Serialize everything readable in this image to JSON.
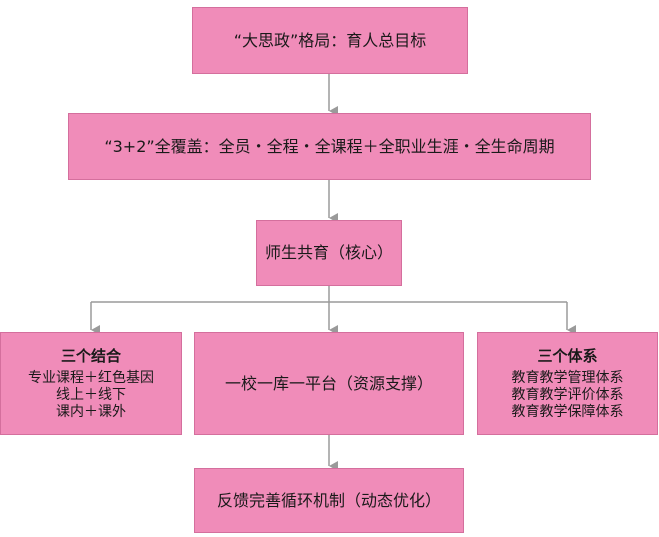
{
  "boxes": {
    "goal": "“大思政”格局：育人总目标",
    "coverage": "“3+2”全覆盖：全员・全程・全课程＋全职业生涯・全生命周期",
    "core": "师生共育（核心）",
    "left": {
      "title": "三个结合",
      "lines": [
        "专业课程＋红色基因",
        "线上＋线下",
        "课内＋课外"
      ]
    },
    "center": "一校一库一平台（资源支撑）",
    "right": {
      "title": "三个体系",
      "lines": [
        "教育教学管理体系",
        "教育教学评价体系",
        "教育教学保障体系"
      ]
    },
    "feedback": "反馈完善循环机制（动态优化）"
  },
  "colors": {
    "box_fill": "#f08cb9",
    "box_border": "#d46f9d",
    "connector": "#9a9a9a"
  }
}
